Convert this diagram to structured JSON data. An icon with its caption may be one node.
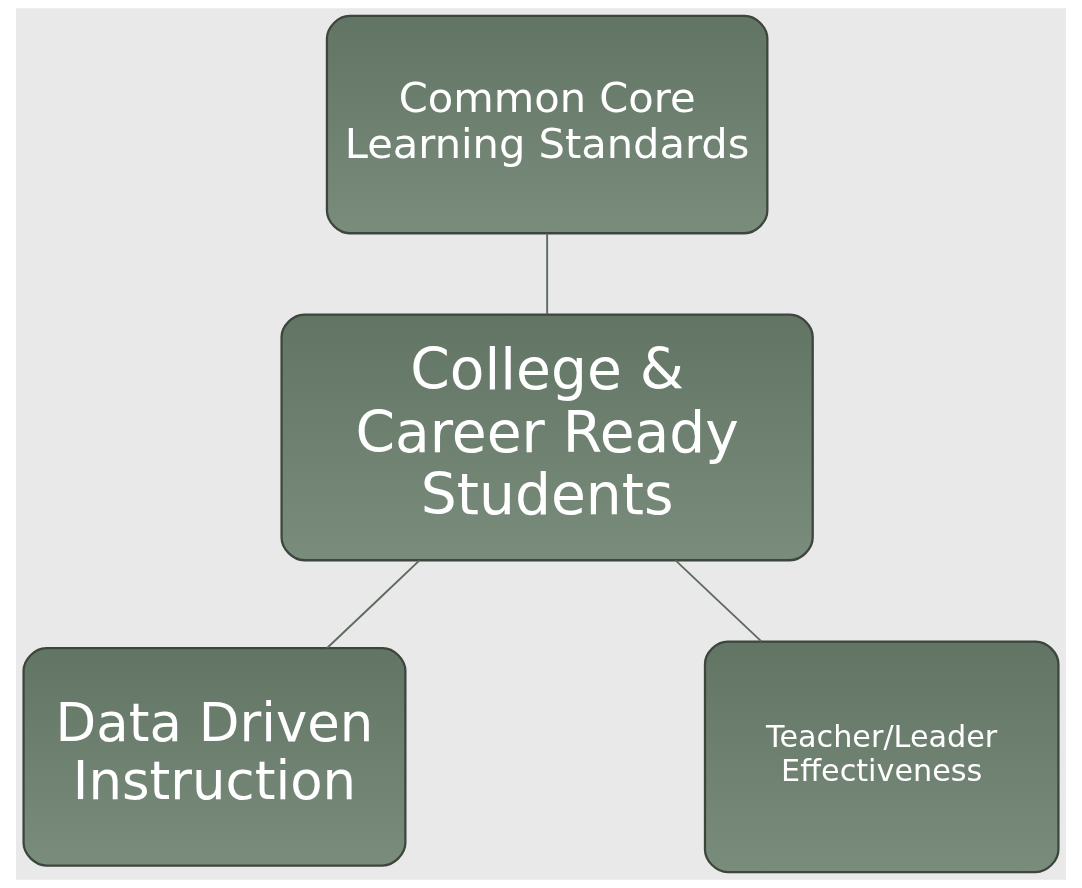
{
  "diagram": {
    "nodes": [
      {
        "text": [
          "Common Core Learning Standards"
        ]
      },
      {
        "text": [
          "College & Career Ready Students"
        ]
      },
      {
        "text": [
          "Data Driven Instruction"
        ]
      },
      {
        "text": [
          "Teacher/Leader Effectiveness"
        ]
      }
    ],
    "edges": [
      {
        "from": 0,
        "to": 1,
        "arrow": "none"
      },
      {
        "from": 1,
        "to": 2,
        "arrow": "none"
      },
      {
        "from": 1,
        "to": 3,
        "arrow": "none"
      }
    ]
  }
}
